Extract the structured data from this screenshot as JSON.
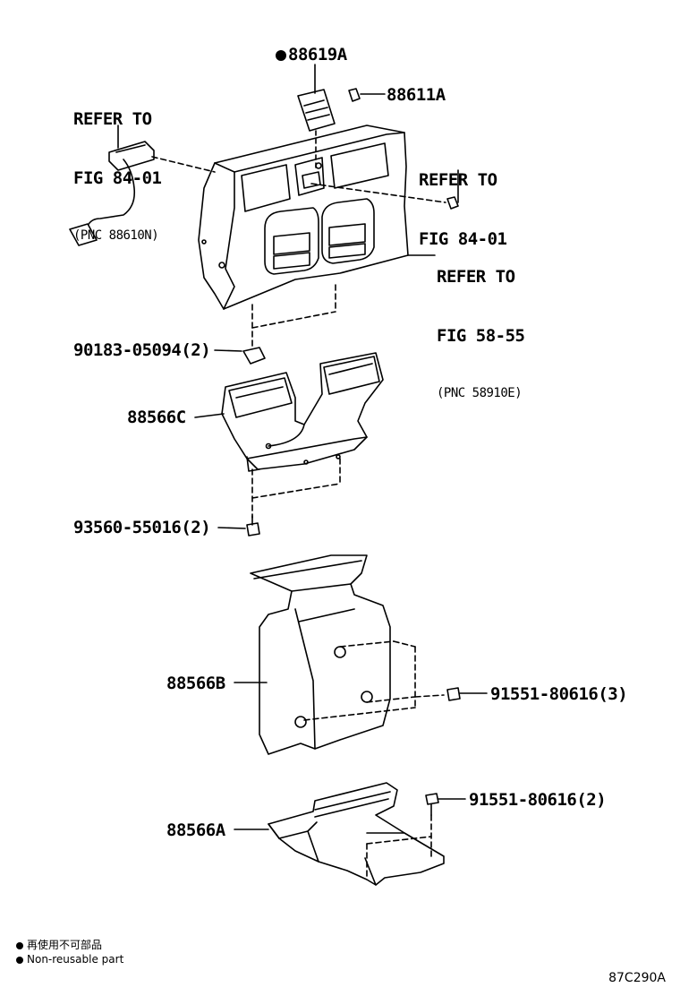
{
  "callouts": {
    "refer_8401_left": {
      "line1": "REFER TO",
      "line2": "FIG 84-01",
      "pnc": "(PNC 88610N)"
    },
    "p88619a": "88619A",
    "p88611a": "88611A",
    "refer_8401_right": {
      "line1": "REFER TO",
      "line2": "FIG 84-01"
    },
    "refer_5855": {
      "line1": "REFER TO",
      "line2": "FIG 58-55",
      "pnc": "(PNC 58910E)"
    },
    "p90183": "90183-05094(2)",
    "p88566c": "88566C",
    "p93560": "93560-55016(2)",
    "p88566b": "88566B",
    "p91551_3": "91551-80616(3)",
    "p88566a": "88566A",
    "p91551_2": "91551-80616(2)"
  },
  "legend": {
    "line_jp": "再使用不可部品",
    "line_en": "Non-reusable part"
  },
  "figure_code": "87C290A"
}
